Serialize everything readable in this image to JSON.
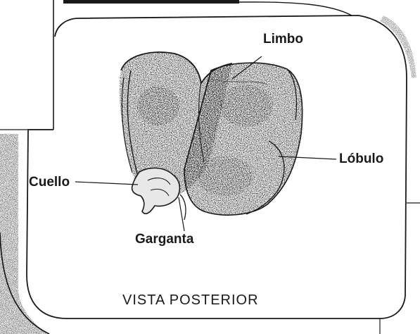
{
  "labels": {
    "limbo": "Limbo",
    "lobulo": "Lóbulo",
    "cuello": "Cuello",
    "garganta": "Garganta"
  },
  "caption": "VISTA POSTERIOR",
  "colors": {
    "ink": "#1a1a1a",
    "stipple": "#8a8a8a",
    "background": "#ffffff"
  }
}
